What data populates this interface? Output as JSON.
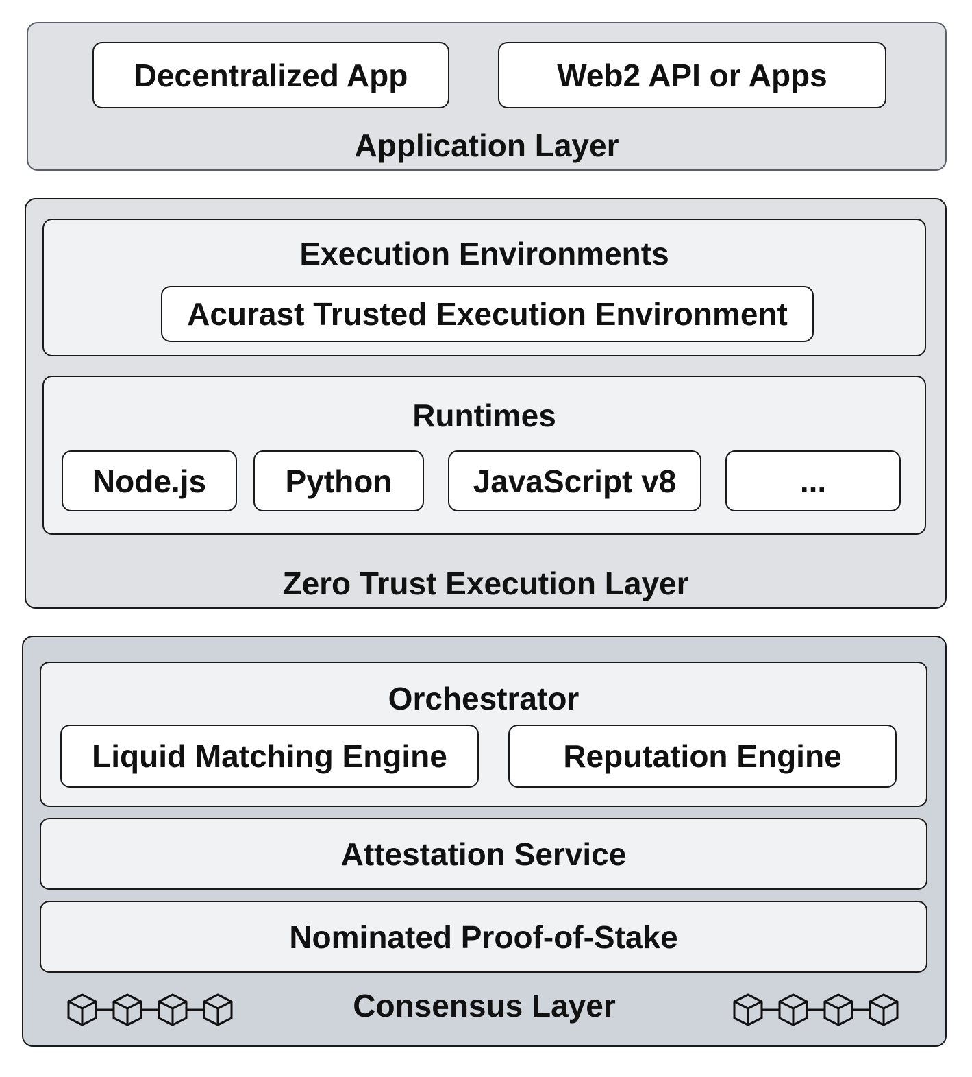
{
  "application_layer": {
    "title": "Application Layer",
    "items": [
      "Decentralized App",
      "Web2 API or Apps"
    ]
  },
  "execution_layer": {
    "title": "Zero Trust Execution Layer",
    "execution_environments": {
      "title": "Execution Environments",
      "items": [
        "Acurast Trusted Execution Environment"
      ]
    },
    "runtimes": {
      "title": "Runtimes",
      "items": [
        "Node.js",
        "Python",
        "JavaScript v8",
        "..."
      ]
    }
  },
  "consensus_layer": {
    "title": "Consensus Layer",
    "orchestrator": {
      "title": "Orchestrator",
      "items": [
        "Liquid Matching Engine",
        "Reputation Engine"
      ]
    },
    "attestation": "Attestation Service",
    "npos": "Nominated Proof-of-Stake",
    "icons": [
      "blockchain-icon",
      "blockchain-icon"
    ]
  }
}
